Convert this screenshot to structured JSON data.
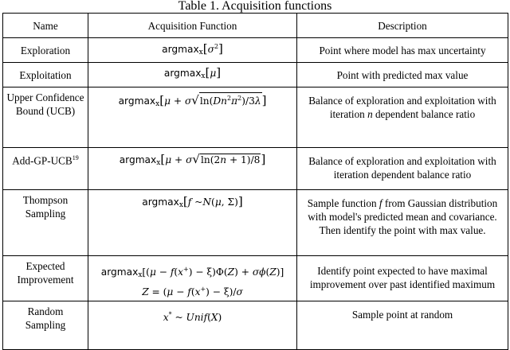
{
  "caption": "Table 1. Acquisition functions",
  "headers": [
    "Name",
    "Acquisition Function",
    "Description"
  ],
  "rows": [
    {
      "name": "Exploration",
      "fn_plain": "argmax_x[σ²]",
      "desc": "Point where model has max uncertainty"
    },
    {
      "name": "Exploitation",
      "fn_plain": "argmax_x[μ]",
      "desc": "Point with predicted max value"
    },
    {
      "name": "Upper Confidence Bound (UCB)",
      "fn_plain": "argmax_x[μ + σ√(ln(Dn²π²)/3λ)]",
      "desc_before": "Balance of exploration and exploitation with iteration ",
      "desc_var": "n",
      "desc_after": " dependent balance ratio"
    },
    {
      "name": "Add-GP-UCB",
      "name_ref": "19",
      "fn_plain": "argmax_x[μ + σ√(ln(2n + 1)/8)]",
      "desc": "Balance of exploration and exploitation with iteration dependent balance ratio"
    },
    {
      "name": "Thompson Sampling",
      "fn_plain": "argmax_x[f ~N(μ, Σ)]",
      "desc_before": "Sample function ",
      "desc_var": "f",
      "desc_after": " from Gaussian distribution with model's predicted mean and covariance. Then identify the point with max value."
    },
    {
      "name": "Expected Improvement",
      "fn_plain": "argmax_x[(μ − f(x⁺) − ξ)Φ(Z) + σϕ(Z)]",
      "fn_plain_2": "Z = (μ − f(x⁺) − ξ)/σ",
      "desc": "Identify point expected to have maximal improvement over past identified maximum"
    },
    {
      "name": "Random Sampling",
      "fn_plain": "x* ~ Unif(X)",
      "desc": "Sample point at random"
    }
  ]
}
